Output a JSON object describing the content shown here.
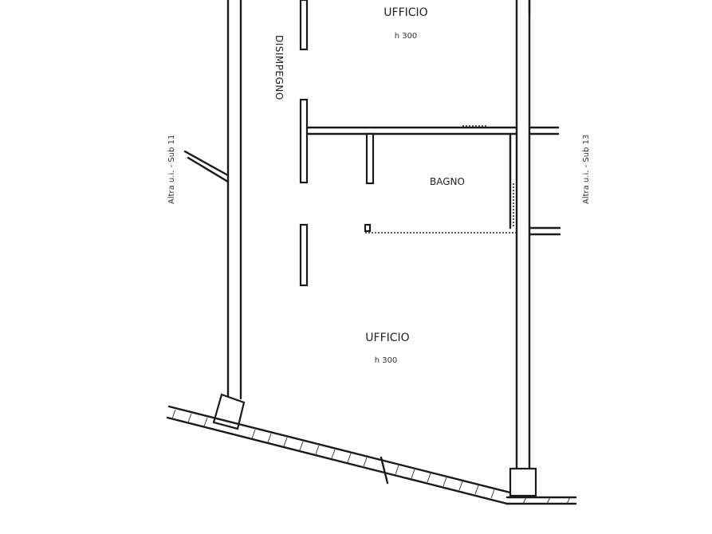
{
  "rooms": {
    "top_office": {
      "name": "UFFICIO",
      "height": "h 300"
    },
    "bathroom": {
      "name": "BAGNO"
    },
    "bottom_office": {
      "name": "UFFICIO",
      "height": "h 300"
    }
  },
  "storage_label": "DISIMPEGNO",
  "left_side_label": "Altra u.i. - Sub 11",
  "right_side_label": "Altra u.i. - Sub 13"
}
